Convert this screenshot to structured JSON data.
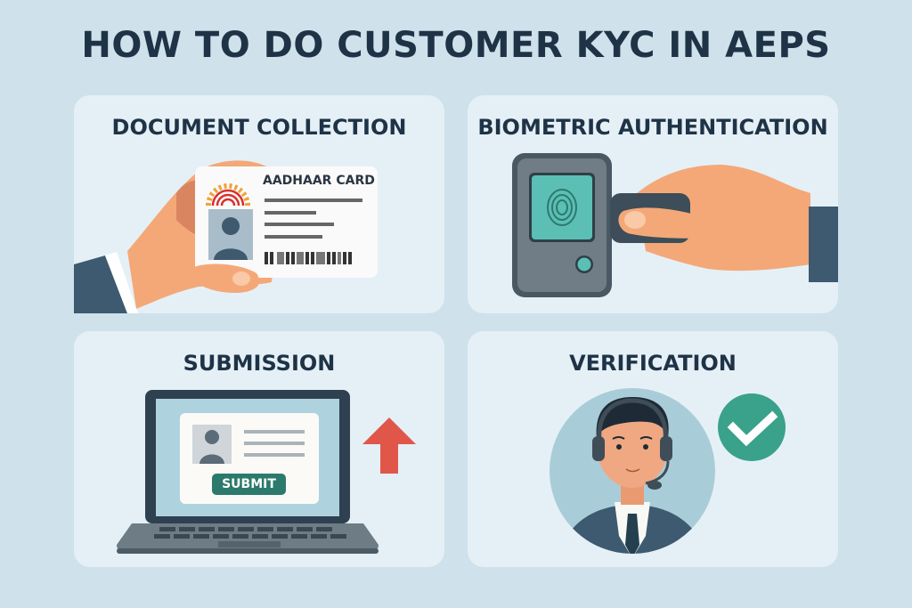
{
  "header": {
    "title": "HOW TO DO CUSTOMER KYC IN AEPS"
  },
  "panels": [
    {
      "id": "document-collection",
      "title": "DOCUMENT COLLECTION",
      "card_label": "AADHAAR CARD"
    },
    {
      "id": "biometric-authentication",
      "title": "BIOMETRIC AUTHENTICATION"
    },
    {
      "id": "submission",
      "title": "SUBMISSION",
      "button_label": "SUBMIT"
    },
    {
      "id": "verification",
      "title": "VERIFICATION"
    }
  ],
  "colors": {
    "background": "#cfe1eb",
    "panel": "#e5f0f6",
    "title_text": "#1f3347",
    "skin": "#f4a878",
    "sleeve": "#3d5a70",
    "teal": "#5bbfb5",
    "device_gray": "#6f7b84",
    "submit_green": "#2c7a6c",
    "arrow_red": "#e0574a",
    "check_green": "#3aa18a"
  }
}
